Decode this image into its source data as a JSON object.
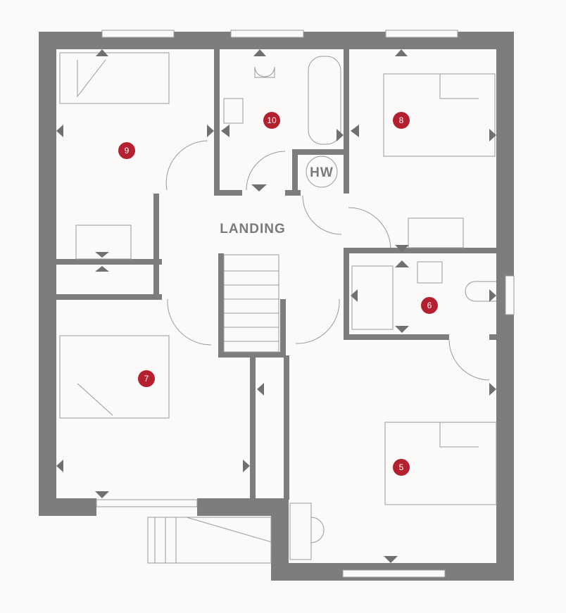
{
  "plan": {
    "landing_label": "LANDING",
    "hw_label": "HW",
    "rooms": [
      {
        "number": "9"
      },
      {
        "number": "10"
      },
      {
        "number": "8"
      },
      {
        "number": "6"
      },
      {
        "number": "7"
      },
      {
        "number": "5"
      }
    ]
  },
  "colors": {
    "wall": "#7d7d7d",
    "badge": "#b5202e",
    "background": "#fbfaf9"
  }
}
